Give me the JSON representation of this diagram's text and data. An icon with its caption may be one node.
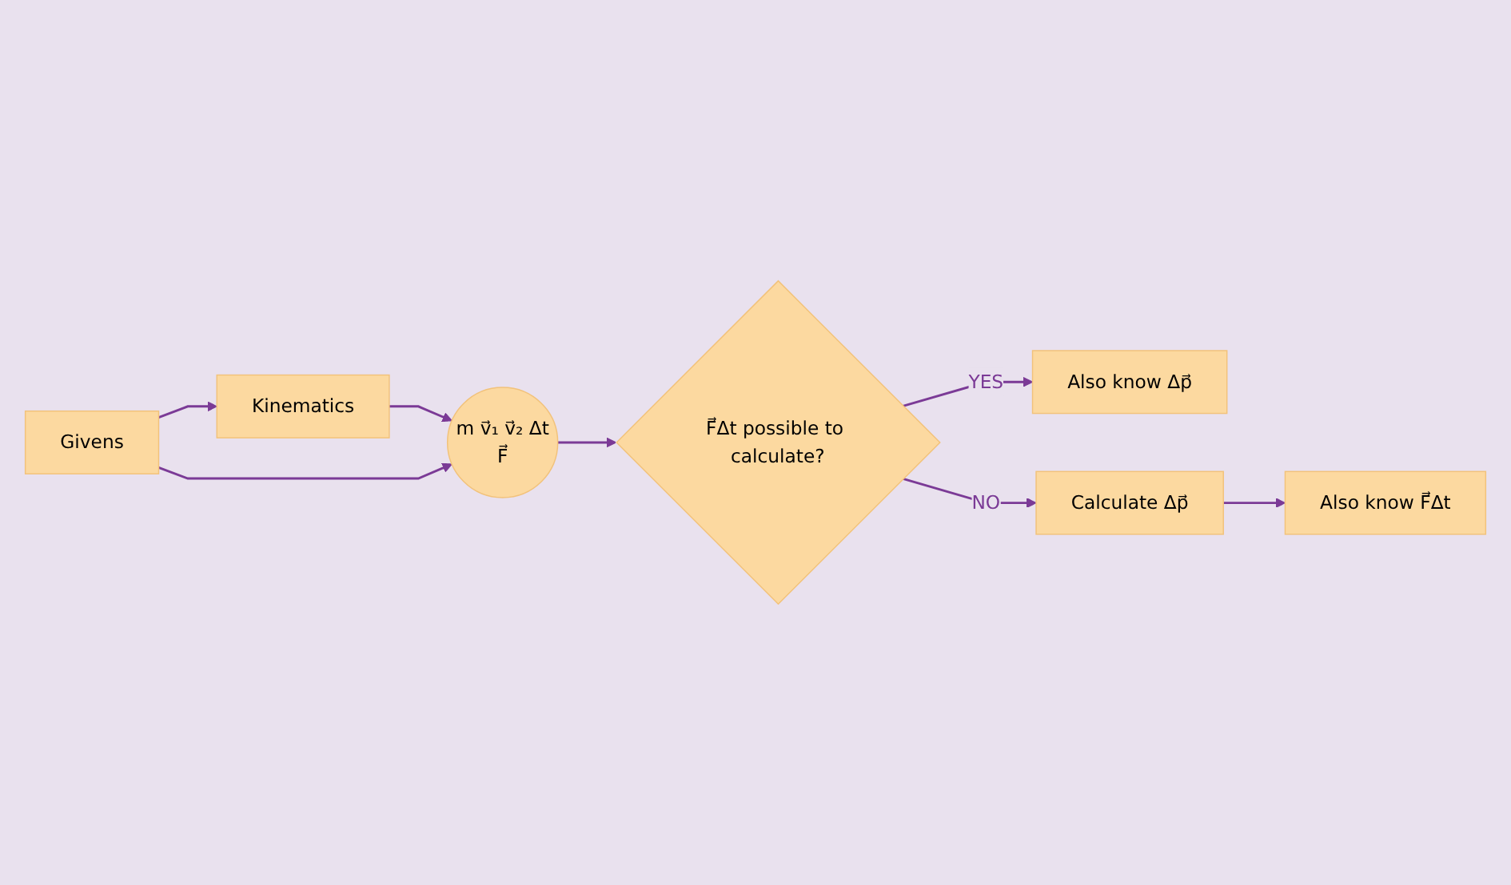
{
  "diagram": {
    "nodes": [
      {
        "text": [
          "Kinematics"
        ]
      },
      {
        "text": [
          "Givens"
        ]
      },
      {
        "text": [
          "m v⃗₁ v⃗₂ Δt",
          "F⃗"
        ]
      },
      {
        "text": [
          "F⃗Δt possible to calculate?"
        ]
      },
      {
        "text": [
          "Also know Δp⃗"
        ]
      },
      {
        "text": [
          "Calculate Δp⃗"
        ]
      },
      {
        "text": [
          "Also know F⃗Δt"
        ]
      }
    ],
    "edges": [
      {
        "from": 1,
        "to": 0,
        "arrow": "to"
      },
      {
        "from": 0,
        "to": 2,
        "arrow": "to"
      },
      {
        "from": 1,
        "to": 2,
        "arrow": "to"
      },
      {
        "from": 2,
        "to": 3,
        "arrow": "to"
      },
      {
        "from": 3,
        "to": 4,
        "arrow": "to",
        "label": "YES"
      },
      {
        "from": 3,
        "to": 5,
        "arrow": "to",
        "label": "NO"
      },
      {
        "from": 5,
        "to": 6,
        "arrow": "to"
      }
    ]
  }
}
